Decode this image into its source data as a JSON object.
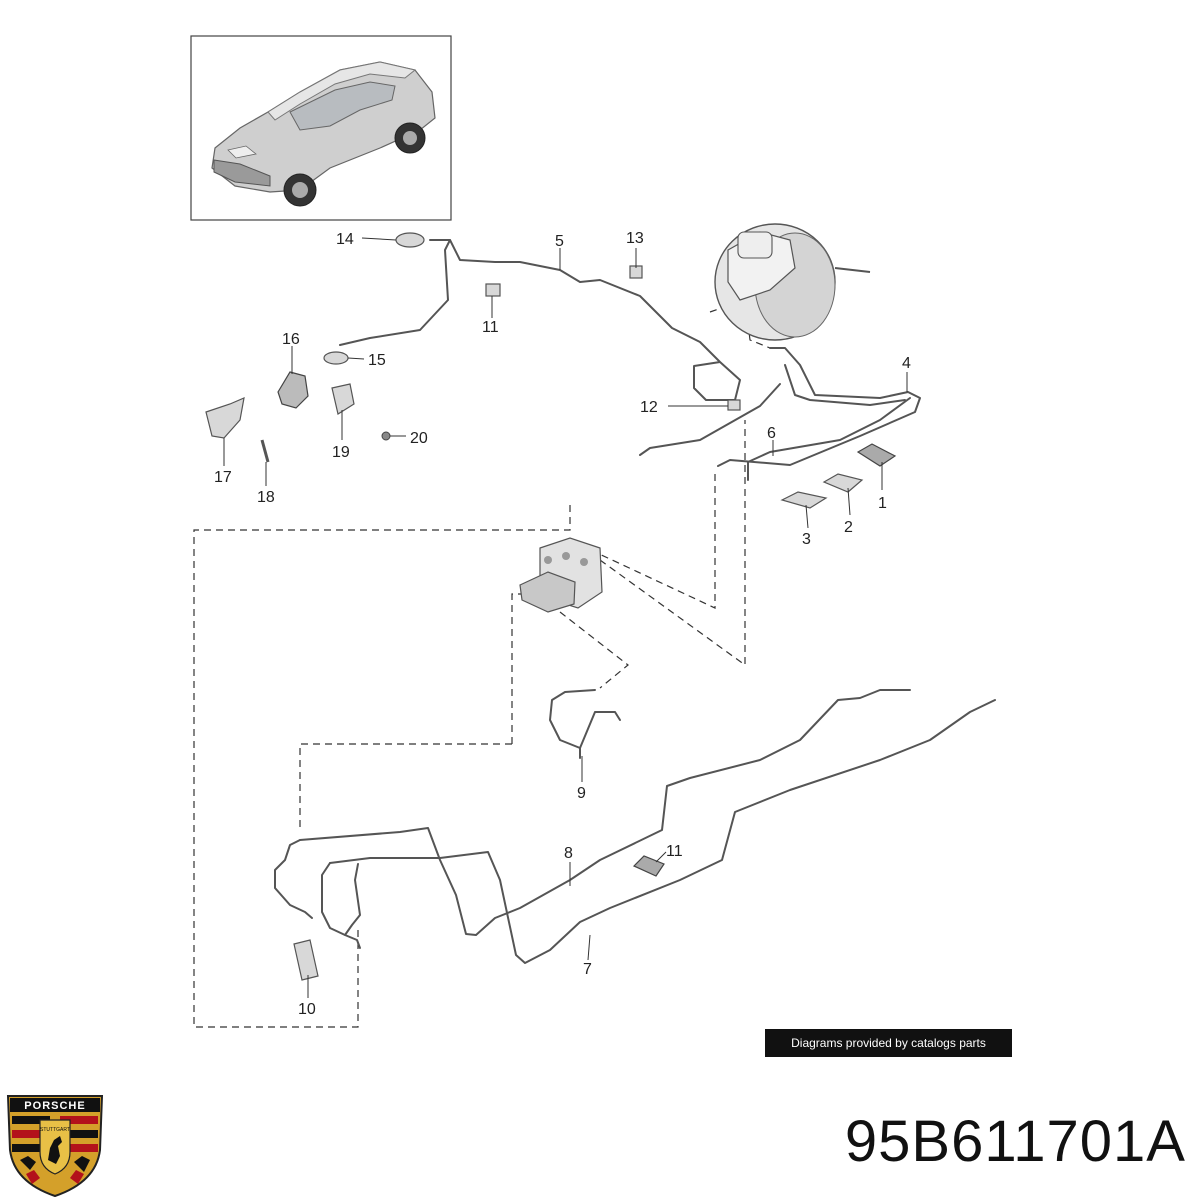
{
  "callouts": [
    "1",
    "2",
    "3",
    "4",
    "5",
    "6",
    "7",
    "8",
    "9",
    "10",
    "11",
    "11",
    "12",
    "13",
    "14",
    "15",
    "16",
    "17",
    "18",
    "19",
    "20"
  ],
  "credit": "Diagrams provided by catalogs parts",
  "part_number": "95B611701A",
  "logo": {
    "name": "porsche-crest",
    "text": "PORSCHE",
    "subtext": "STUTTGART",
    "colors": {
      "gold": "#d4a02a",
      "red": "#b3121b",
      "black": "#111111"
    }
  }
}
